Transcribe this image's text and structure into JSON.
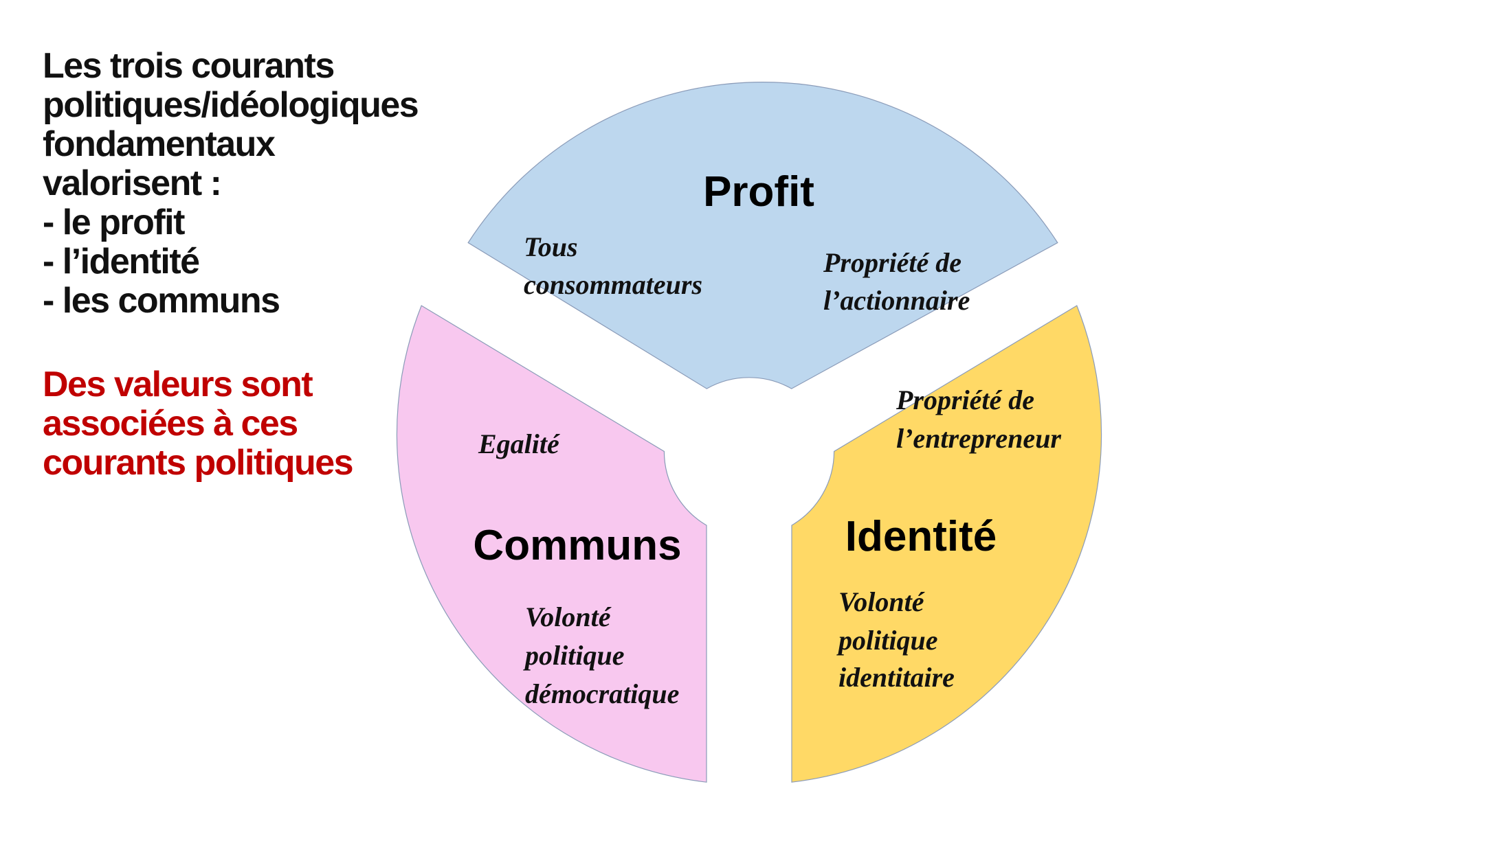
{
  "intro": {
    "lines": [
      "Les trois courants",
      "politiques/idéologiques",
      "fondamentaux",
      "valorisent :",
      "- le profit",
      "- l’identité",
      "- les communs"
    ]
  },
  "note": {
    "lines": [
      "Des valeurs sont",
      "associées à ces",
      "courants politiques"
    ],
    "color": "#c00000"
  },
  "segments": {
    "profit": {
      "title": "Profit",
      "color": "#bdd7ee",
      "notes": {
        "left": [
          "Tous",
          "consommateurs"
        ],
        "right": [
          "Propriété de",
          "l’actionnaire"
        ]
      }
    },
    "identite": {
      "title": "Identité",
      "color": "#ffd966",
      "notes": {
        "top": [
          "Propriété de",
          "l’entrepreneur"
        ],
        "bottom": [
          "Volonté",
          "politique",
          "identitaire"
        ]
      }
    },
    "communs": {
      "title": "Communs",
      "color": "#f8c8ef",
      "notes": {
        "top": [
          "Egalité"
        ],
        "bottom": [
          "Volonté",
          "politique",
          "démocratique"
        ]
      }
    }
  }
}
